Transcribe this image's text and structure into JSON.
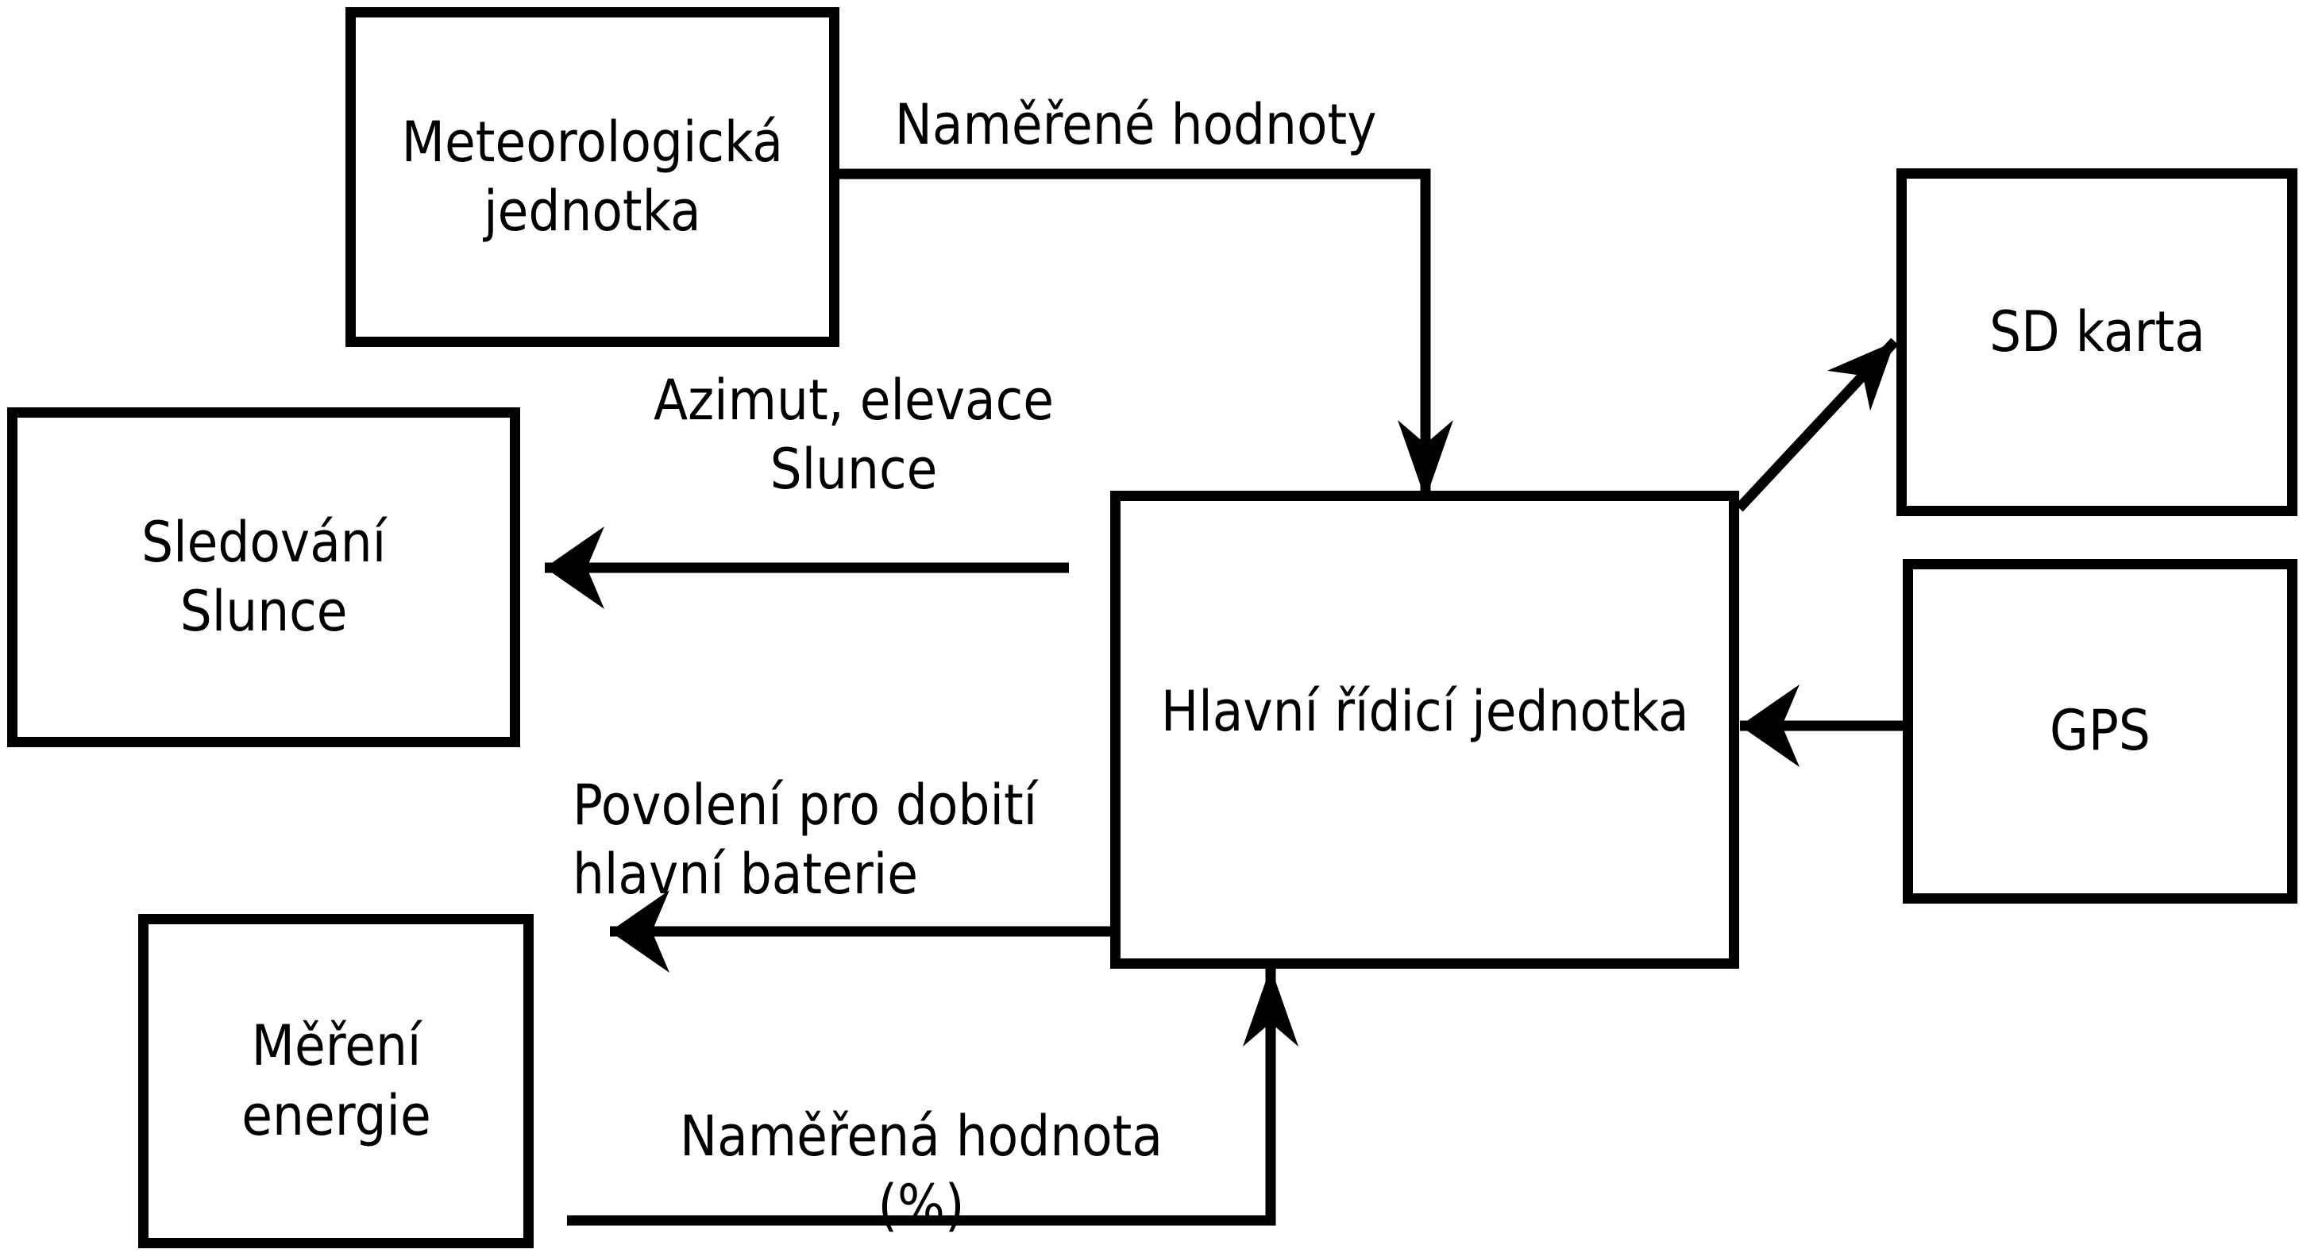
{
  "canvas": {
    "background_color": "#ffffff",
    "ink_color": "#000000"
  },
  "nodes": {
    "meteo": {
      "label": "Meteorologická\njednotka"
    },
    "sledovani": {
      "label": "Sledování\nSlunce"
    },
    "mereni": {
      "label": "Měření\nenergie"
    },
    "hlavni": {
      "label": "Hlavní řídicí jednotka"
    },
    "sd": {
      "label": "SD karta"
    },
    "gps": {
      "label": "GPS"
    }
  },
  "edges": {
    "meteo_to_hlavni": {
      "from": "Meteorologická jednotka",
      "to": "Hlavní řídicí jednotka",
      "label": "Naměřené hodnoty",
      "shape": "right-then-down",
      "arrowhead": "down"
    },
    "hlavni_to_sledovani": {
      "from": "Hlavní řídicí jednotka",
      "to": "Sledování Slunce",
      "label": "Azimut, elevace Slunce",
      "shape": "straight-left",
      "arrowhead": "left"
    },
    "hlavni_to_baterie": {
      "from": "Hlavní řídicí jednotka",
      "to": "",
      "label": "Povolení pro dobití\nhlavní baterie",
      "shape": "straight-left",
      "arrowhead": "left"
    },
    "mereni_to_hlavni": {
      "from": "Měření energie",
      "to": "Hlavní řídicí jednotka",
      "label": "Naměřená hodnota (%)",
      "shape": "right-then-up",
      "arrowhead": "up"
    },
    "hlavni_to_sd": {
      "from": "Hlavní řídicí jednotka",
      "to": "SD karta",
      "label": "",
      "shape": "diagonal-up-right",
      "arrowhead": "up-right"
    },
    "gps_to_hlavni": {
      "from": "GPS",
      "to": "Hlavní řídicí jednotka",
      "label": "",
      "shape": "straight-left",
      "arrowhead": "left"
    }
  }
}
